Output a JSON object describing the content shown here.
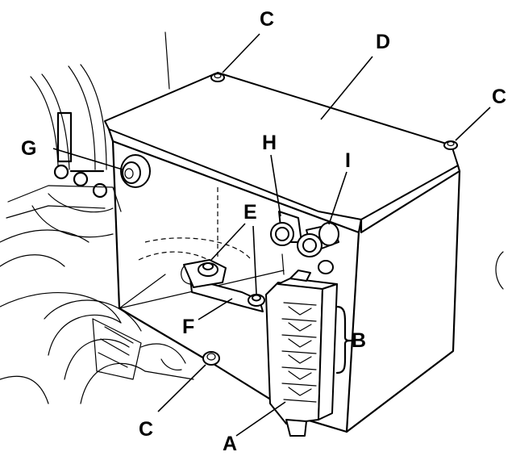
{
  "labels": {
    "a": "A",
    "b": "B",
    "c_top": "C",
    "c_right": "C",
    "c_bottom": "C",
    "d": "D",
    "e": "E",
    "f": "F",
    "g": "G",
    "h": "H",
    "i": "I"
  }
}
